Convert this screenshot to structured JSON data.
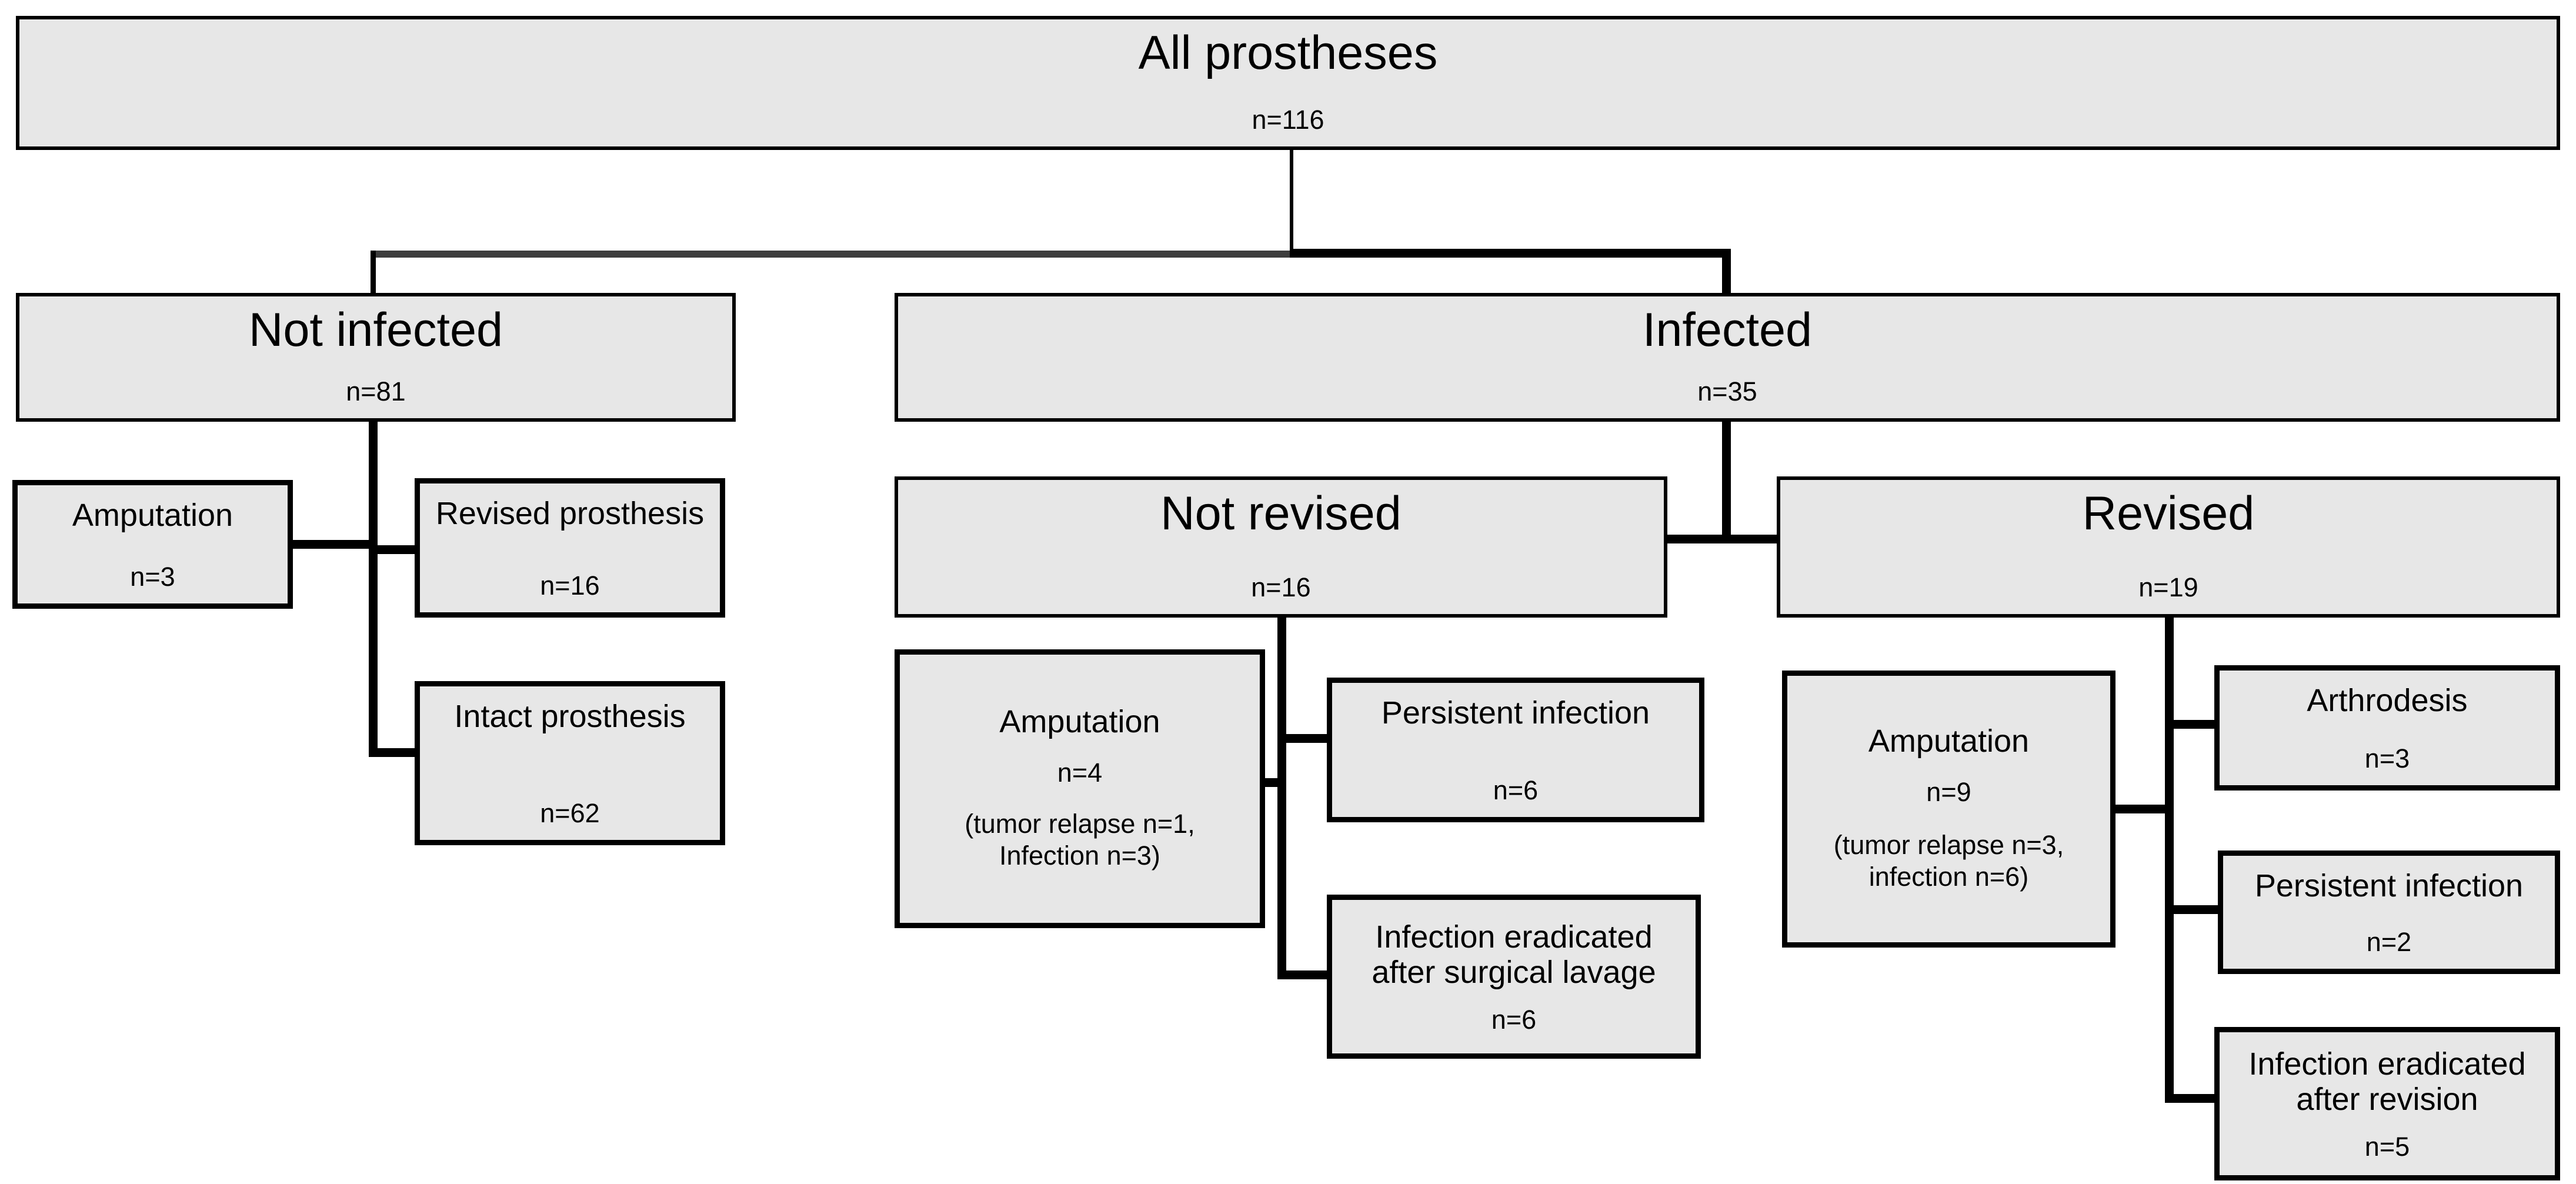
{
  "diagram": {
    "colors": {
      "box_fill": "#e7e7e7",
      "box_border": "#000000",
      "line": "#000000",
      "fork_left_line": "#3d3d3d",
      "text": "#000000",
      "background": "#ffffff"
    },
    "nodes": {
      "all_prostheses": {
        "title": "All prostheses",
        "n": "n=116"
      },
      "not_infected": {
        "title": "Not infected",
        "n": "n=81"
      },
      "infected": {
        "title": "Infected",
        "n": "n=35"
      },
      "amputation_not_infected": {
        "title": "Amputation",
        "n": "n=3"
      },
      "revised_prosthesis": {
        "title": "Revised prosthesis",
        "n": "n=16"
      },
      "intact_prosthesis": {
        "title": "Intact prosthesis",
        "n": "n=62"
      },
      "not_revised": {
        "title": "Not revised",
        "n": "n=16"
      },
      "revised": {
        "title": "Revised",
        "n": "n=19"
      },
      "amputation_not_revised": {
        "title": "Amputation",
        "n": "n=4",
        "note": "(tumor relapse n=1,\nInfection n=3)"
      },
      "persistent_infection_not_revised": {
        "title": "Persistent infection",
        "n": "n=6"
      },
      "infection_eradicated_lavage": {
        "title": "Infection eradicated\nafter surgical lavage",
        "n": "n=6"
      },
      "amputation_revised": {
        "title": "Amputation",
        "n": "n=9",
        "note": "(tumor relapse n=3,\ninfection n=6)"
      },
      "arthrodesis": {
        "title": "Arthrodesis",
        "n": "n=3"
      },
      "persistent_infection_revised": {
        "title": "Persistent infection",
        "n": "n=2"
      },
      "infection_eradicated_revision": {
        "title": "Infection eradicated\nafter revision",
        "n": "n=5"
      }
    }
  }
}
